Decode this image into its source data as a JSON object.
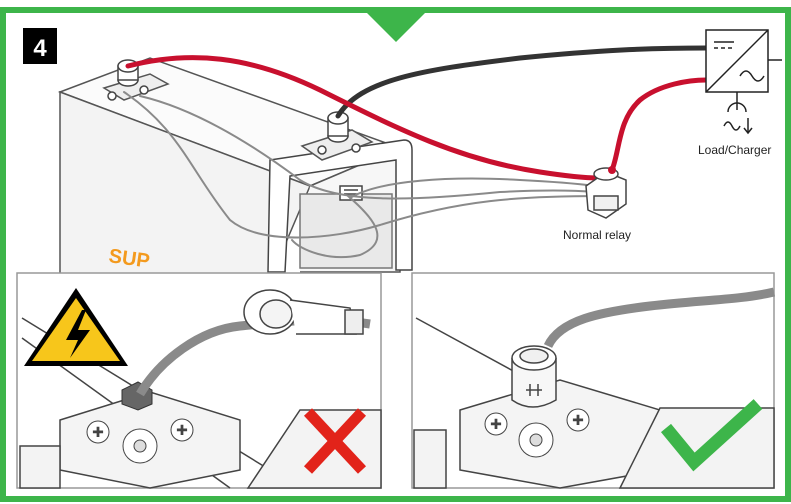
{
  "step": {
    "number": "4"
  },
  "labels": {
    "load_charger": "Load/Charger",
    "normal_relay": "Normal relay",
    "brand_fragment": "SUP"
  },
  "icons": {
    "step_badge": "number-badge",
    "tab": "down-triangle-tab",
    "inverter": "inverter-charger-icon",
    "ac_load": "ac-load-icon",
    "warning": "high-voltage-warning-icon",
    "wrong": "red-cross-icon",
    "right": "green-check-icon"
  },
  "colors": {
    "frame": "#3db54a",
    "wire_red": "#c8102e",
    "wire_black": "#333333",
    "wire_gray": "#8a8a8a",
    "warning_yellow": "#f7c61b",
    "cross_red": "#e2231a",
    "check_green": "#3db54a",
    "brand_orange": "#f39a1e"
  }
}
